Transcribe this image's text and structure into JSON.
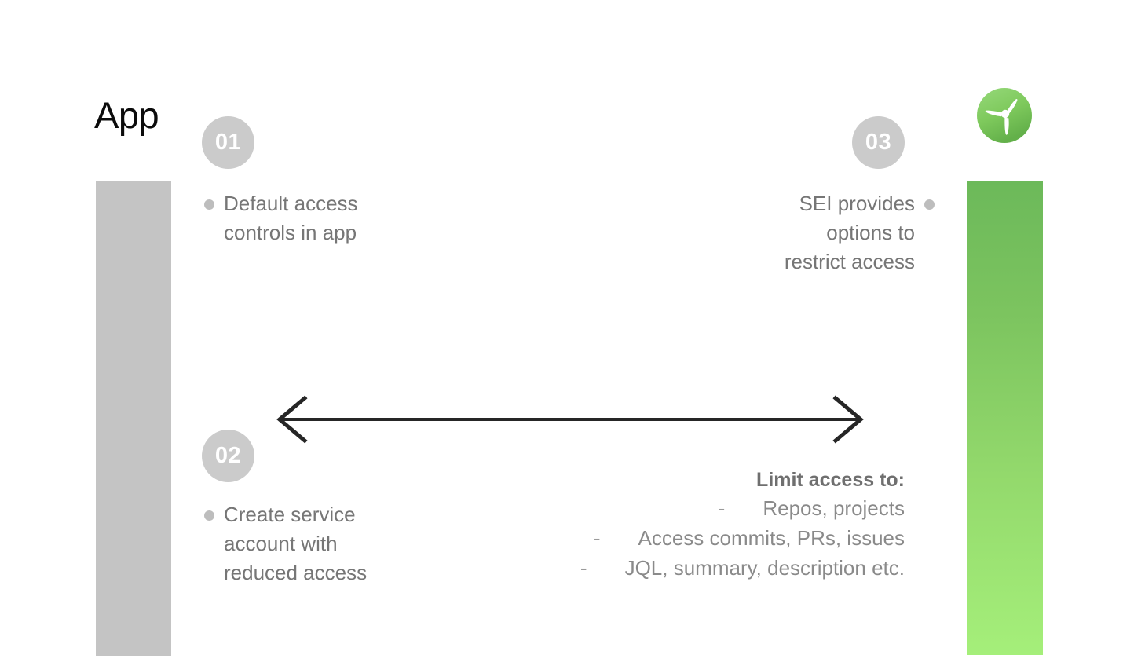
{
  "page": {
    "title": "App",
    "background": "#ffffff"
  },
  "colors": {
    "left_bar": "#c4c4c4",
    "green_top": "#6cb95a",
    "green_bottom": "#a5ef7a",
    "badge_bg": "#cbcbcb",
    "body_text": "#767676",
    "bullet_dot": "#bdbdbd",
    "arrow": "#262626"
  },
  "logo": {
    "icon": "pinwheel-propeller-icon",
    "circle_color_top": "#8ed16a",
    "circle_color_bottom": "#6bb84f",
    "blade_color": "#ffffff"
  },
  "steps": [
    {
      "number": "01",
      "text": "Default access\ncontrols in app",
      "align": "left"
    },
    {
      "number": "02",
      "text": "Create service\naccount with\nreduced access",
      "align": "left"
    },
    {
      "number": "03",
      "text": "SEI provides\noptions to\nrestrict access",
      "align": "right"
    }
  ],
  "arrow": {
    "name": "double-headed-horizontal-arrow",
    "direction": "both"
  },
  "limit_access": {
    "title": "Limit access to:",
    "dash": "-",
    "items": [
      "Repos, projects",
      "Access commits, PRs, issues",
      "JQL, summary, description etc."
    ]
  }
}
